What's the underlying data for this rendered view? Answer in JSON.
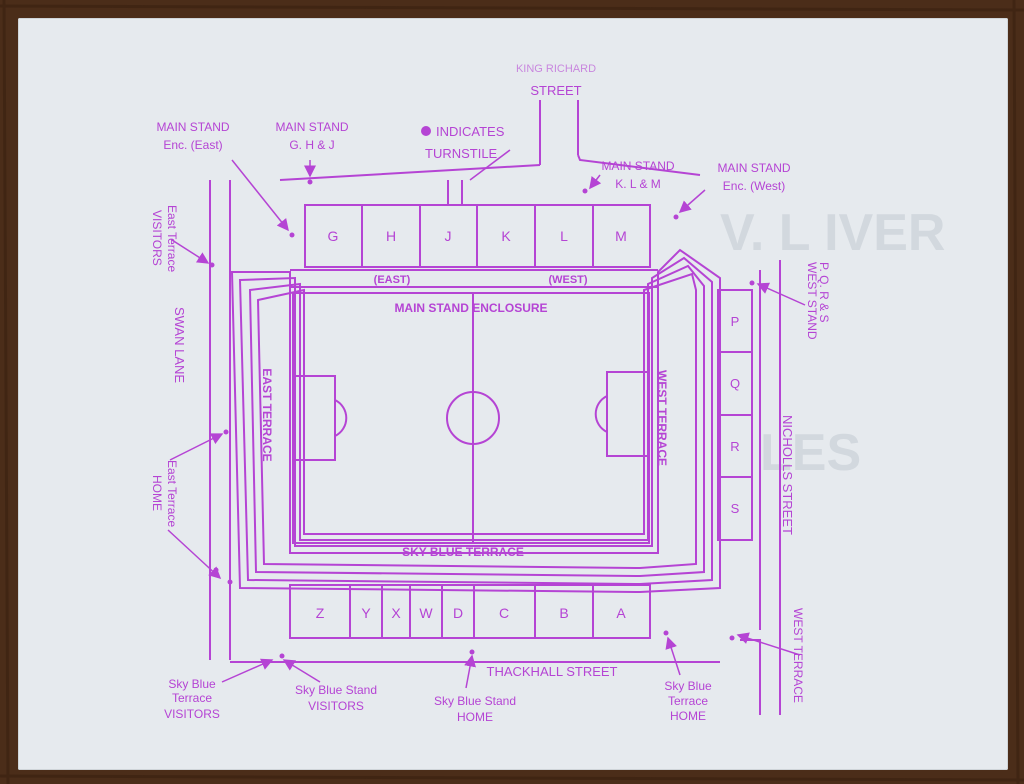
{
  "colors": {
    "ink": "#b544d4",
    "paper": "#e6eaee",
    "wood": "#4a2c18"
  },
  "streets": {
    "top_partial": "KING RICHARD",
    "top": "STREET",
    "bottom": "THACKHALL STREET",
    "left": "SWAN LANE",
    "right": "NICHOLLS STREET"
  },
  "legend": {
    "line1": "INDICATES",
    "line2": "TURNSTILE"
  },
  "stands": {
    "main_top": [
      "G",
      "H",
      "J",
      "K",
      "L",
      "M"
    ],
    "main_sub_east": "(EAST)",
    "main_sub_west": "(WEST)",
    "main_enclosure": "MAIN STAND ENCLOSURE",
    "east_terrace": "EAST TERRACE",
    "west_terrace": "WEST TERRACE",
    "sky_blue_terrace": "SKY BLUE TERRACE",
    "bottom_blocks": [
      "Z",
      "Y",
      "X",
      "W",
      "D",
      "C",
      "B",
      "A"
    ],
    "west_blocks": [
      "P",
      "Q",
      "R",
      "S"
    ]
  },
  "labels": {
    "main_enc_east": [
      "MAIN STAND",
      "Enc. (East)"
    ],
    "main_ghj": [
      "MAIN STAND",
      "G. H & J"
    ],
    "main_klm": [
      "MAIN STAND",
      "K. L & M"
    ],
    "main_enc_west": [
      "MAIN STAND",
      "Enc. (West)"
    ],
    "east_visitors": [
      "East Terrace",
      "VISITORS"
    ],
    "east_home": [
      "East Terrace",
      "HOME"
    ],
    "west_stand": [
      "WEST STAND",
      "P. Q. R & S"
    ],
    "west_terrace": "WEST TERRACE",
    "sky_terrace_visitors": [
      "Sky Blue",
      "Terrace",
      "VISITORS"
    ],
    "sky_stand_visitors": [
      "Sky Blue Stand",
      "VISITORS"
    ],
    "sky_stand_home": [
      "Sky Blue Stand",
      "HOME"
    ],
    "sky_terrace_home": [
      "Sky Blue",
      "Terrace",
      "HOME"
    ]
  }
}
